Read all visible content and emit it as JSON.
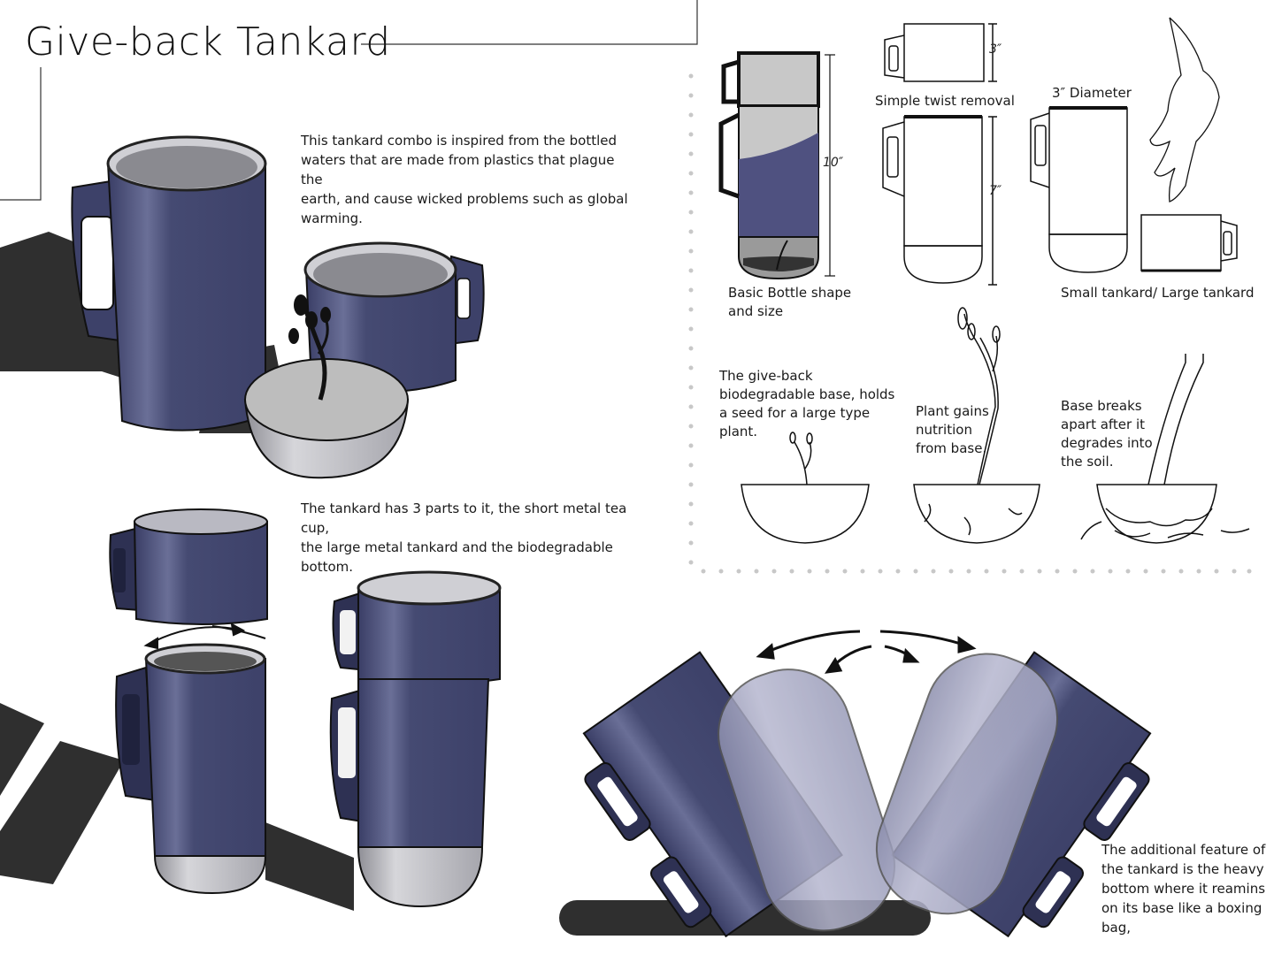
{
  "title": "Give-back Tankard",
  "intro_text": [
    "This tankard combo is inspired from the bottled",
    "waters that are made from plastics that plague the",
    "earth, and cause wicked problems such as global",
    "warming."
  ],
  "parts_text": [
    "The tankard has 3 parts to it, the short metal tea cup,",
    "the large metal tankard and the biodegradable",
    "bottom."
  ],
  "feature_text": [
    "The additional feature of",
    "the tankard is the heavy",
    "bottom where it reamins",
    "on its base like a boxing",
    "bag,"
  ],
  "sketches": {
    "bottle_label": [
      "Basic Bottle shape",
      "and size"
    ],
    "dim_10": "10″",
    "dim_3": "3″",
    "dim_7": "7″",
    "twist_label": "Simple twist removal",
    "diameter_label": "3″ Diameter",
    "tankard_label": "Small tankard/ Large tankard",
    "base_label": [
      "The give-back",
      "biodegradable base, holds",
      "a seed for a large type",
      "plant."
    ],
    "plant_label": [
      "Plant gains",
      "nutrition",
      "from base."
    ],
    "breaks_label": [
      "Base breaks",
      "apart after it",
      "degrades into",
      "the soil."
    ]
  },
  "colors": {
    "navy": "#454a72",
    "navy_dark": "#2e3153",
    "grey": "#b4b4b8",
    "shadow": "#2f2f2f"
  }
}
